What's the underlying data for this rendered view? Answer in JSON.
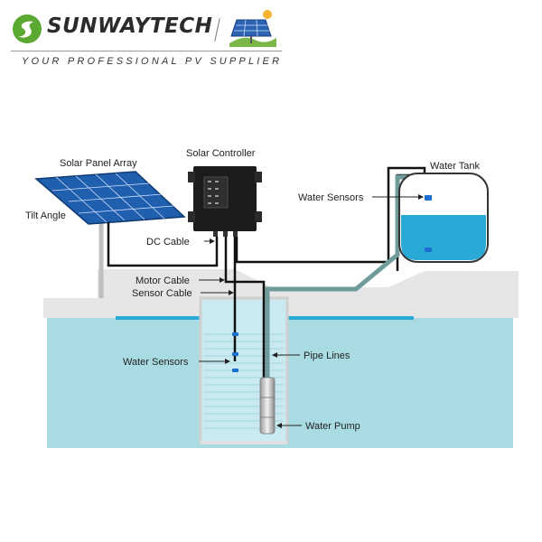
{
  "header": {
    "brand_name": "SUNWAYTECH",
    "tagline": "YOUR PROFESSIONAL PV SUPPLIER",
    "logo_icon": "leaf-s-logo-icon",
    "pv_icon": "solar-panel-sun-icon",
    "colors": {
      "logo_green": "#5aa832",
      "brand_text": "#2b2b2b"
    }
  },
  "diagram": {
    "labels": {
      "solar_panel_array": "Solar Panel Array",
      "tilt_angle": "Tilt Angle",
      "solar_controller": "Solar Controller",
      "dc_cable": "DC Cable",
      "motor_cable": "Motor Cable",
      "sensor_cable": "Sensor Cable",
      "water_sensors_well": "Water Sensors",
      "pipe_lines": "Pipe Lines",
      "water_pump": "Water Pump",
      "water_tank": "Water Tank",
      "water_sensors_tank": "Water Sensors"
    },
    "colors": {
      "water": "#a9dbe3",
      "tank_water": "#29a9d6",
      "ground": "#e6e6e6",
      "panel": "#1f5fae",
      "pipe": "#6f9c9a",
      "cable": "#111111",
      "controller": "#1c1c1c"
    }
  }
}
